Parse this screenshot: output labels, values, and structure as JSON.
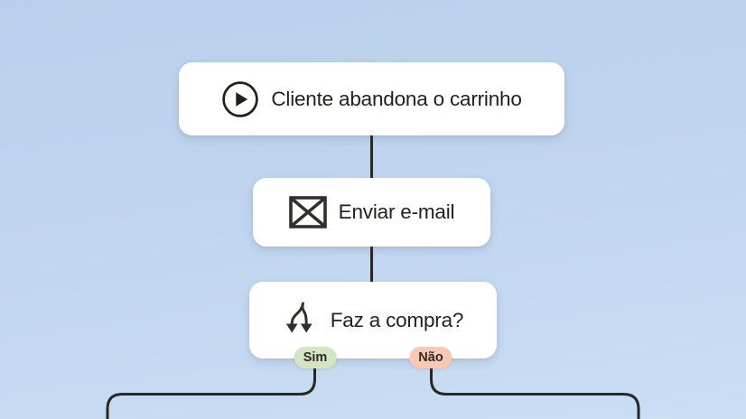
{
  "flow": {
    "nodes": [
      {
        "id": "trigger",
        "icon": "play-circle-icon",
        "label": "Cliente abandona o carrinho"
      },
      {
        "id": "email",
        "icon": "envelope-icon",
        "label": "Enviar e-mail"
      },
      {
        "id": "decision",
        "icon": "branch-split-icon",
        "label": "Faz a compra?"
      }
    ],
    "branches": [
      {
        "id": "yes",
        "label": "Sim",
        "badge_color": "#d3e5c3"
      },
      {
        "id": "no",
        "label": "Não",
        "badge_color": "#f8c8b4"
      }
    ],
    "colors": {
      "background_top": "#b9cfeb",
      "background_bottom": "#cadef4",
      "card_background": "#ffffff",
      "text": "#241f19",
      "connector_line": "#2b2723",
      "badge_text": "#2f2b26"
    }
  }
}
